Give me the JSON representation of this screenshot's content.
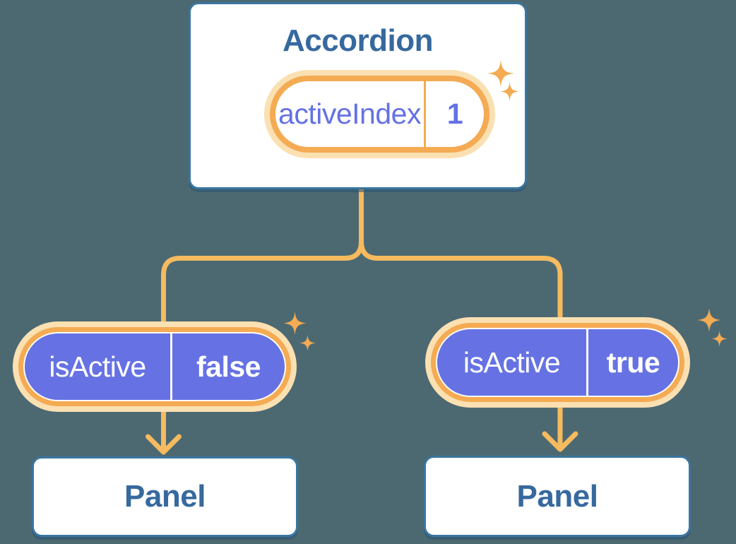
{
  "accordion": {
    "title": "Accordion",
    "state_pill": {
      "label": "activeIndex",
      "value": "1"
    }
  },
  "branches": [
    {
      "prop_pill": {
        "label": "isActive",
        "value": "false"
      },
      "panel_title": "Panel"
    },
    {
      "prop_pill": {
        "label": "isActive",
        "value": "true"
      },
      "panel_title": "Panel"
    }
  ],
  "icons": {
    "sparkle": "sparkle-icon"
  },
  "colors": {
    "page_bg": "#4C6972",
    "card_bg": "#FFFFFF",
    "card_border": "#3A76A0",
    "card_shadow": "rgba(40,84,115,0.55)",
    "heading": "#36699E",
    "orange": "#F4AB53",
    "orange_glow": "#FBE0B2",
    "connector": "#F6BA5F",
    "purple": "#6672E3",
    "purple_text": "#6571E4"
  }
}
